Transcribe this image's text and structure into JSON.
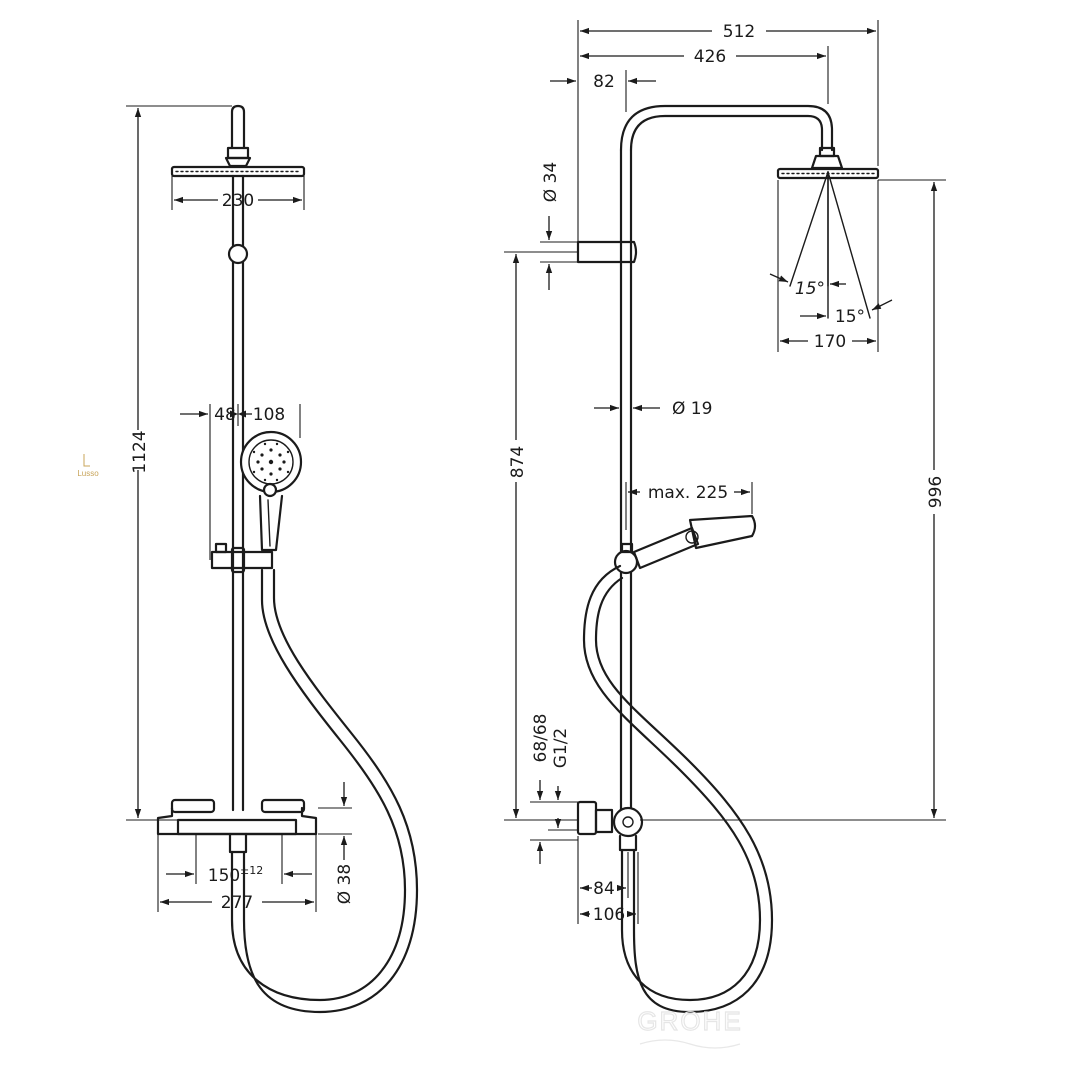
{
  "front_view": {
    "height_total": "1124",
    "head_width": "230",
    "hand_offset": "48",
    "hand_width": "108",
    "spacing": "150",
    "spacing_tol": "±12",
    "mixer_width": "277",
    "outlet_diameter": "Ø 38"
  },
  "side_view": {
    "projection_total": "512",
    "arm_length": "426",
    "wall_offset": "82",
    "bracket_diameter": "Ø 34",
    "rail_length": "874",
    "rail_diameter": "Ø 19",
    "hand_reach": "max. 225",
    "head_height": "996",
    "spray_angle_1": "15°",
    "spray_angle_2": "15°",
    "spray_width": "170",
    "connection_spacing": "68/68",
    "thread": "G1/2",
    "depth_1": "84",
    "depth_2": "106"
  },
  "watermark": {
    "brand": "GROHE",
    "mark": "Lusso"
  }
}
